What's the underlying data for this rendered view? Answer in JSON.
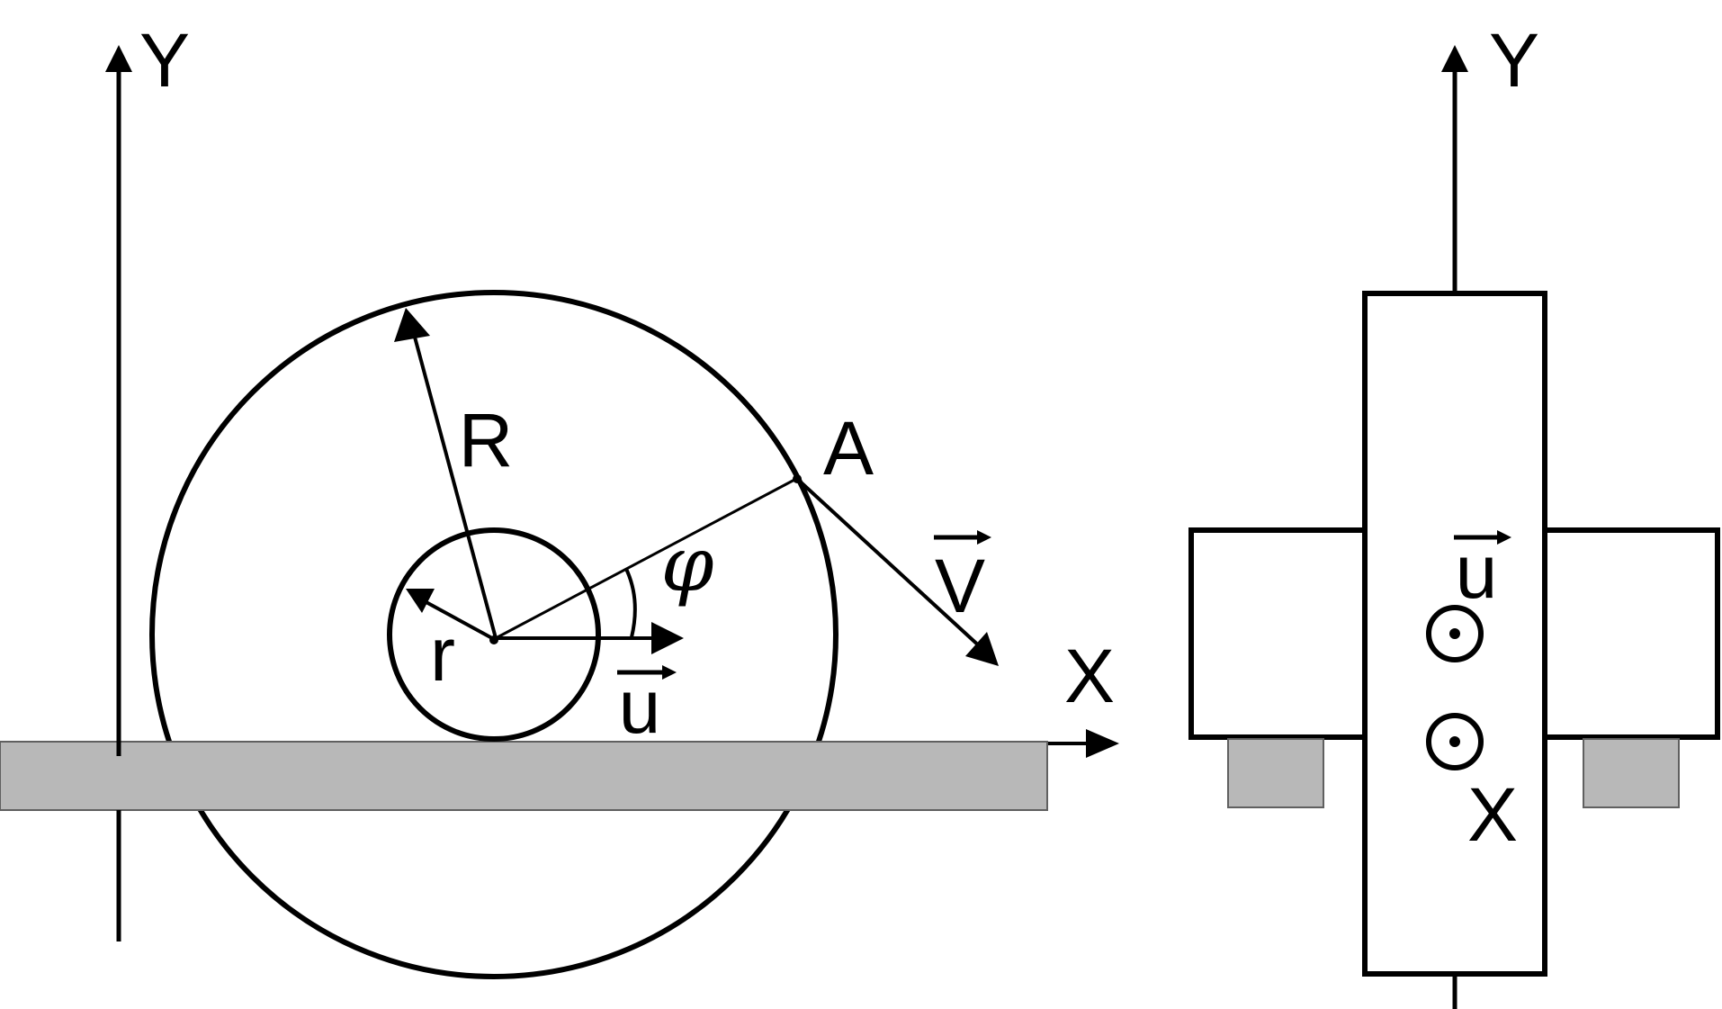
{
  "colors": {
    "stroke": "#000000",
    "rail_fill": "#b8b8b8",
    "rail_stroke": "#606060",
    "background": "#ffffff"
  },
  "side_view": {
    "axis_y_label": "Y",
    "axis_x_label": "X",
    "outer_radius_label": "R",
    "inner_radius_label": "r",
    "point_label": "A",
    "angle_label": "φ",
    "velocity_label": "V",
    "translation_label": "u"
  },
  "front_view": {
    "axis_y_label": "Y",
    "axis_x_label": "X",
    "translation_label": "u",
    "out_of_plane_symbols": [
      "dot-in-circle",
      "dot-in-circle"
    ]
  }
}
